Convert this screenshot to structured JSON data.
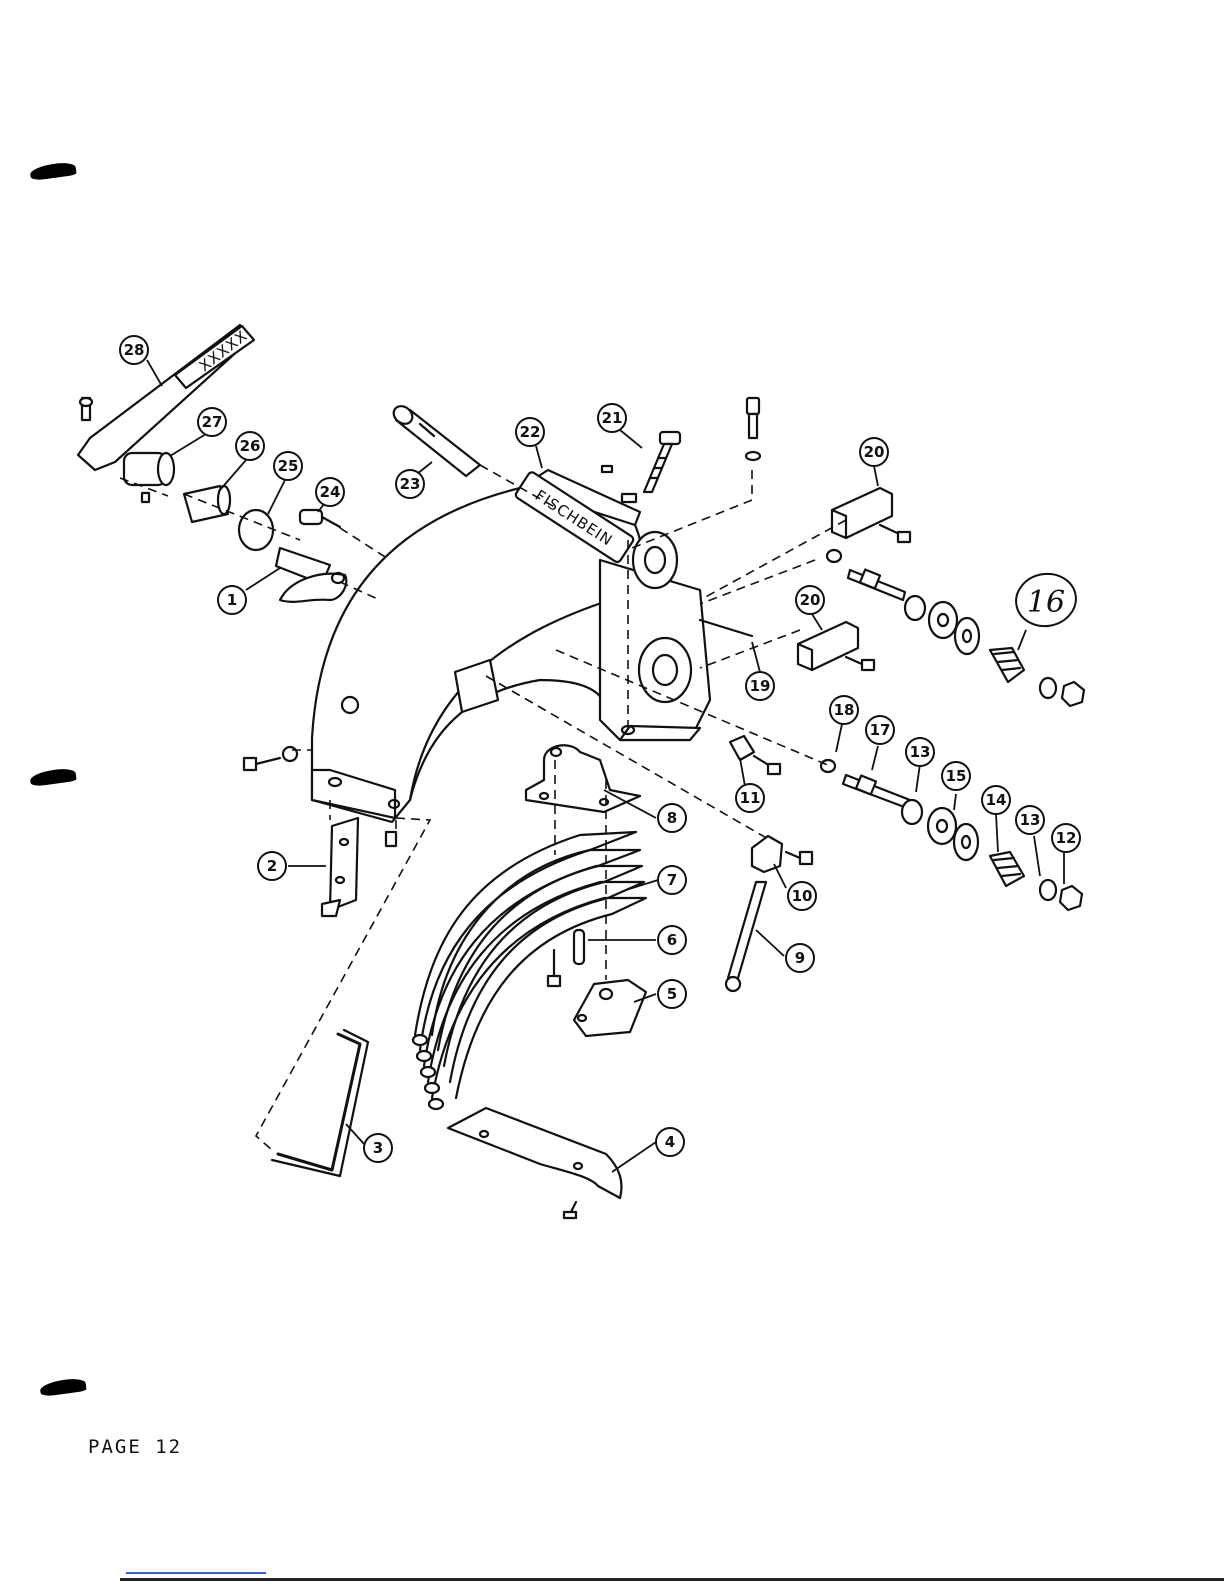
{
  "page": {
    "label": "PAGE 12"
  },
  "casting": {
    "brand_text": "FISCHBEIN"
  },
  "annotations": {
    "handwritten_callout": "16"
  },
  "callouts": [
    {
      "id": "c1",
      "label": "1"
    },
    {
      "id": "c2",
      "label": "2"
    },
    {
      "id": "c3",
      "label": "3"
    },
    {
      "id": "c4",
      "label": "4"
    },
    {
      "id": "c5",
      "label": "5"
    },
    {
      "id": "c6",
      "label": "6"
    },
    {
      "id": "c7",
      "label": "7"
    },
    {
      "id": "c8",
      "label": "8"
    },
    {
      "id": "c9",
      "label": "9"
    },
    {
      "id": "c10",
      "label": "10"
    },
    {
      "id": "c11",
      "label": "11"
    },
    {
      "id": "c12",
      "label": "12"
    },
    {
      "id": "c13a",
      "label": "13"
    },
    {
      "id": "c13b",
      "label": "13"
    },
    {
      "id": "c14",
      "label": "14"
    },
    {
      "id": "c15",
      "label": "15"
    },
    {
      "id": "c17",
      "label": "17"
    },
    {
      "id": "c18",
      "label": "18"
    },
    {
      "id": "c19",
      "label": "19"
    },
    {
      "id": "c20a",
      "label": "20"
    },
    {
      "id": "c20b",
      "label": "20"
    },
    {
      "id": "c21",
      "label": "21"
    },
    {
      "id": "c22",
      "label": "22"
    },
    {
      "id": "c23",
      "label": "23"
    },
    {
      "id": "c24",
      "label": "24"
    },
    {
      "id": "c25",
      "label": "25"
    },
    {
      "id": "c26",
      "label": "26"
    },
    {
      "id": "c27",
      "label": "27"
    },
    {
      "id": "c28",
      "label": "28"
    }
  ]
}
